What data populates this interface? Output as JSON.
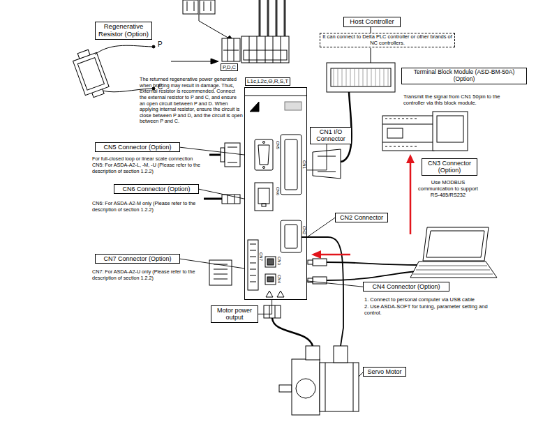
{
  "diagram": {
    "nodes": [
      {
        "text": [
          "Host Controller"
        ]
      },
      {
        "text": [
          "Regenerative Resistor (Option)"
        ]
      },
      {
        "text": [
          "It can connect to Delta PLC controller or other brands of NC controllers."
        ]
      },
      {
        "text": [
          "Terminal Block Module (ASD-BM-50A) (Option)"
        ]
      },
      {
        "text": [
          "L1c,L2c,Θ,R,S,T",
          "CN5",
          "CN1",
          "CN6",
          "CN2",
          "CN7",
          "CN3",
          "CN4"
        ]
      },
      {
        "text": [
          "CN1 I/O Connector"
        ]
      },
      {
        "text": [
          "CN5 Connector (Option)"
        ]
      },
      {
        "text": [
          "CN3 Connector (Option)"
        ]
      },
      {
        "text": [
          "CN6 Connector (Option)"
        ]
      },
      {
        "text": [
          "CN2 Connector"
        ]
      },
      {
        "text": [
          "CN7 Connector (Option)"
        ]
      },
      {
        "text": [
          "CN4 Connector (Option)"
        ]
      },
      {
        "text": [
          "Motor power output"
        ]
      },
      {
        "text": [
          "Servo Motor"
        ]
      }
    ],
    "edges": [
      {
        "from": 5,
        "to": 4,
        "arrow": "none"
      },
      {
        "from": 6,
        "to": 4,
        "arrow": "none"
      },
      {
        "from": 8,
        "to": 4,
        "arrow": "none"
      },
      {
        "from": 9,
        "to": 4,
        "arrow": "none"
      },
      {
        "from": 10,
        "to": 4,
        "arrow": "none"
      },
      {
        "from": 11,
        "to": 4,
        "arrow": "none"
      },
      {
        "from": 12,
        "to": 4,
        "arrow": "none"
      }
    ],
    "labels": [
      "P",
      "C",
      "P,D,C",
      "The returned regenerative power generated when braking may result in damage. Thus, external resistor is recommended. Connect the external resistor to P and C, and ensure an open circuit between P and D. When applying internal resistor, ensure the circuit is close between P and D, and the circuit is open between P and C.",
      "Transmit the signal from CN1 50pin to the controller via this block module.",
      "Use MODBUS communication to support RS-485/RS232",
      "For full-closed loop or linear scale connection",
      "CN5: For ASDA-A2-L, -M, -U (Please refer to the description of section 1.2.2)",
      "CN6: For ASDA-A2-M only (Please refer to the description of section 1.2.2)",
      "CN7: For ASDA-A2-U only (Please refer to the description of section 1.2.2)",
      "1. Connect to personal computer via USB cable",
      "2. Use ASDA-SOFT for tuning, parameter setting and control."
    ]
  }
}
